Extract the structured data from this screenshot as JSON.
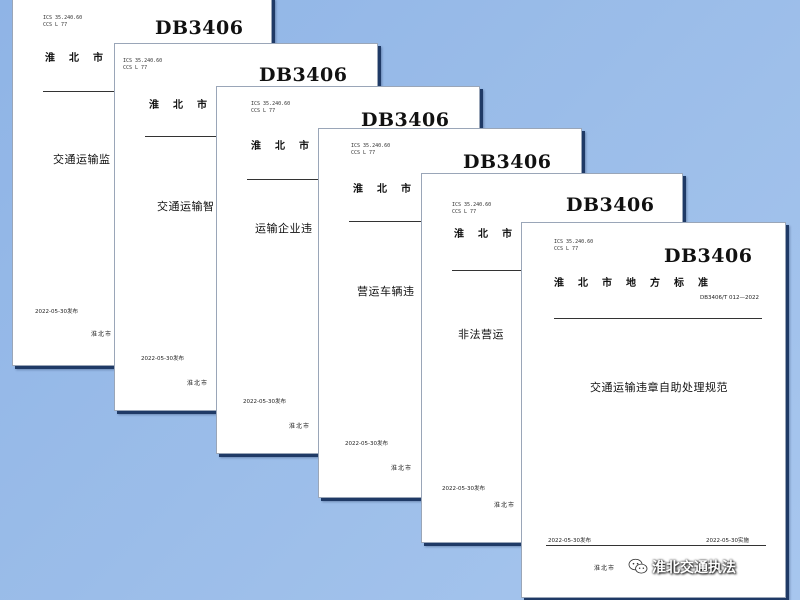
{
  "ics_line1": "ICS 35.240.60",
  "ics_line2": "CCS L 77",
  "db_code": "DB3406",
  "region_full": "淮北市地方标准",
  "region_short": "淮北市",
  "documents": [
    {
      "title": "交通运输监",
      "publish_date": "2022-05-30发布",
      "issuer": "淮北市"
    },
    {
      "title": "交通运输智",
      "publish_date": "2022-05-30发布",
      "issuer": "淮北市"
    },
    {
      "title": "运输企业违",
      "publish_date": "2022-05-30发布",
      "issuer": "淮北市"
    },
    {
      "title": "营运车辆违",
      "publish_date": "2022-05-30发布",
      "issuer": "淮北市"
    },
    {
      "title": "非法营运",
      "publish_date": "2022-05-30发布",
      "issuer": "淮北市"
    },
    {
      "title": "交通运输违章自助处理规范",
      "standard_number": "DB3406/T 012—2022",
      "publish_date": "2022-05-30发布",
      "implement_date": "2022-05-30实施",
      "issuer": "淮北市"
    }
  ],
  "watermark": {
    "text": "淮北交通执法",
    "icon": "wechat-icon"
  }
}
